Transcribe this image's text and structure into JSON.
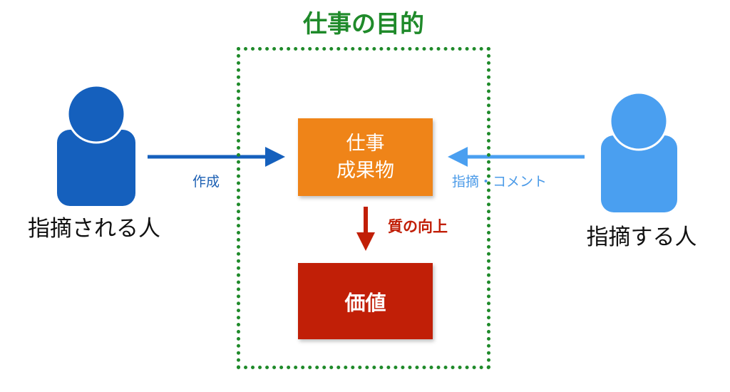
{
  "frame": {
    "title": "仕事の目的",
    "color": "#1f8a2a"
  },
  "output_box": {
    "line1": "仕事",
    "line2": "成果物",
    "color": "#ef8418"
  },
  "value_box": {
    "label": "価値",
    "color": "#c11f07"
  },
  "arrows": {
    "create_label": "作成",
    "feedback_label": "指摘・コメント",
    "quality_label": "質の向上"
  },
  "people": {
    "reviewed": {
      "label": "指摘される人",
      "color": "#1560bd"
    },
    "reviewer": {
      "label": "指摘する人",
      "color": "#4a9ff0"
    }
  }
}
